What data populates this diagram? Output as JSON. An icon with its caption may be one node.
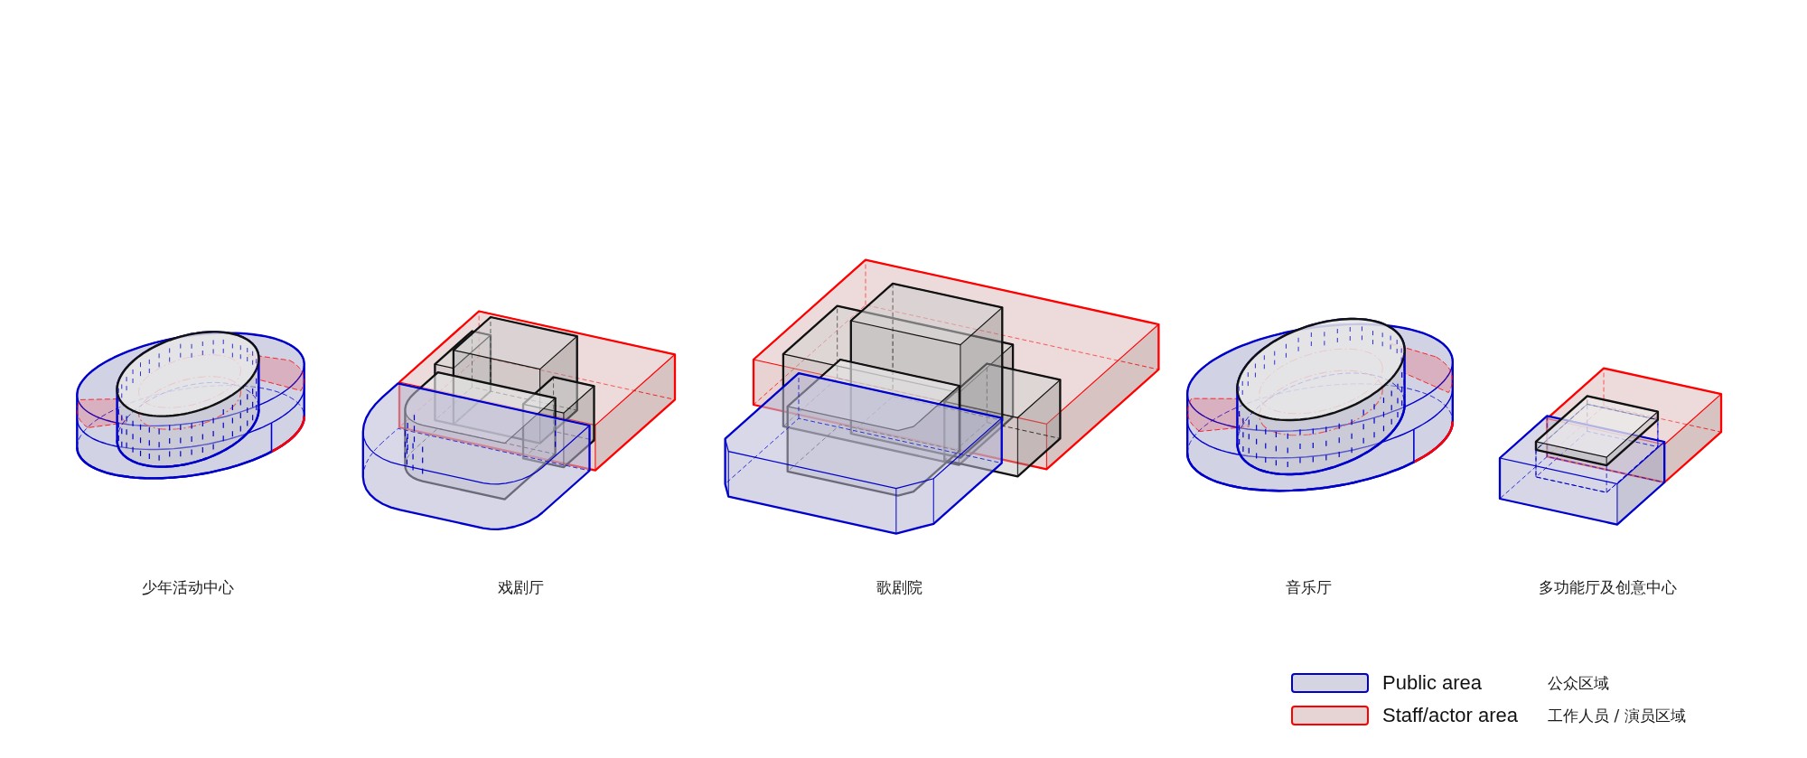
{
  "diagram": {
    "labels": [
      "少年活动中心",
      "戏剧厅",
      "歌剧院",
      "音乐厅",
      "多功能厅及创意中心",
      "公众区域",
      "工作人员 / 演员区域"
    ],
    "legend": [
      {
        "text": "Public area",
        "color": "#0000cc"
      },
      {
        "text": "Staff/actor area",
        "color": "#ff0000"
      }
    ]
  }
}
